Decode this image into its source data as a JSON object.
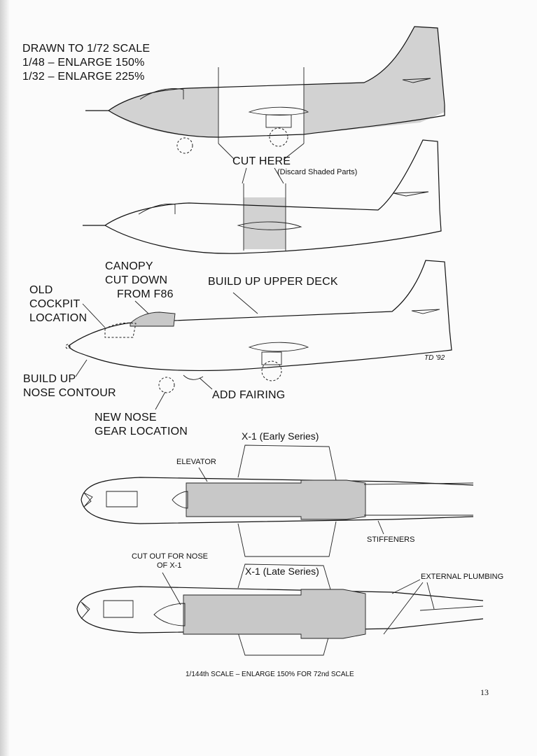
{
  "header": {
    "line1": "DRAWN TO 1/72 SCALE",
    "line2": "1/48  –  ENLARGE 150%",
    "line3": "1/32  –  ENLARGE 225%"
  },
  "labels": {
    "cut_here": "CUT HERE",
    "discard": "(Discard Shaded Parts)",
    "canopy_1": "CANOPY",
    "canopy_2": "CUT DOWN",
    "canopy_3": "FROM F86",
    "upper_deck": "BUILD UP UPPER DECK",
    "old_1": "OLD",
    "old_2": "COCKPIT",
    "old_3": "LOCATION",
    "nose_1": "BUILD UP",
    "nose_2": "NOSE CONTOUR",
    "fairing": "ADD FAIRING",
    "gear_1": "NEW NOSE",
    "gear_2": "GEAR LOCATION",
    "signature": "TD '92"
  },
  "plan": {
    "early_title": "X-1 (Early Series)",
    "late_title": "X-1 (Late Series)",
    "elevator": "ELEVATOR",
    "stiffeners": "STIFFENERS",
    "cutout_1": "CUT OUT FOR NOSE",
    "cutout_2": "OF X-1",
    "plumbing": "EXTERNAL PLUMBING"
  },
  "footer": {
    "scale_note": "1/144th SCALE  –  ENLARGE 150% FOR 72nd SCALE",
    "page_number": "13"
  }
}
